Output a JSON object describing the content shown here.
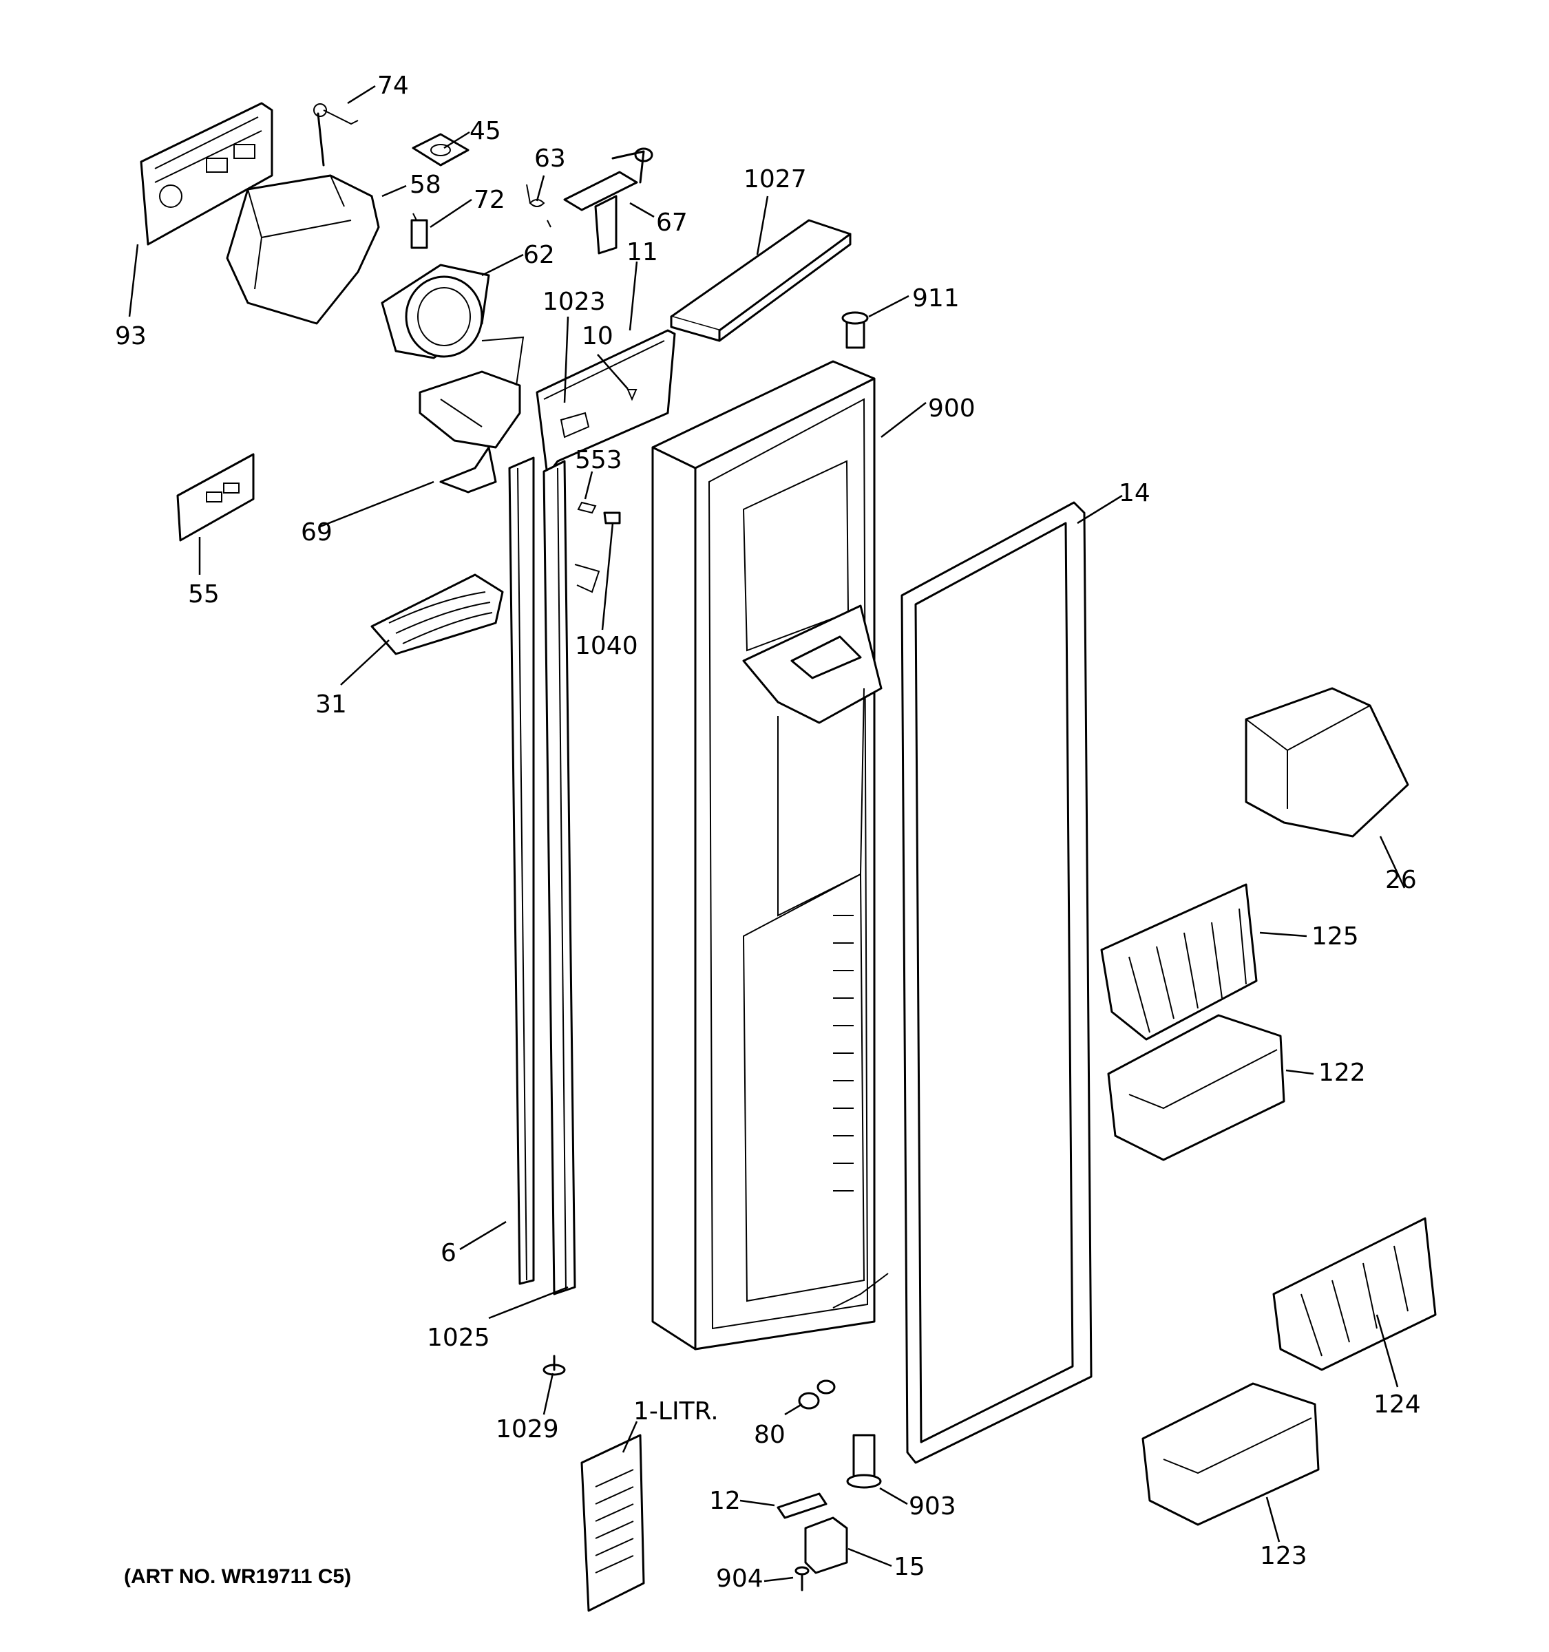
{
  "caption": "(ART NO. WR19711 C5)",
  "callouts": {
    "c74": "74",
    "c45": "45",
    "c63": "63",
    "c58": "58",
    "c72": "72",
    "c67": "67",
    "c1027": "1027",
    "c62": "62",
    "c11": "11",
    "c93": "93",
    "c1023": "1023",
    "c10": "10",
    "c911": "911",
    "c900": "900",
    "c553": "553",
    "c69": "69",
    "c14": "14",
    "c55": "55",
    "c1040": "1040",
    "c31": "31",
    "c26": "26",
    "c125": "125",
    "c122": "122",
    "c6": "6",
    "c1025": "1025",
    "c124": "124",
    "c1029": "1029",
    "c1litr": "1-LITR.",
    "c80": "80",
    "c903": "903",
    "c12": "12",
    "c904": "904",
    "c15": "15",
    "c123": "123"
  }
}
